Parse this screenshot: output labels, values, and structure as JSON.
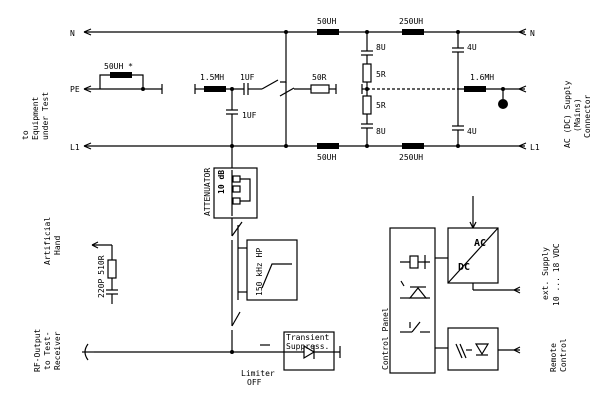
{
  "lines": {
    "n": "N",
    "pe": "PE",
    "l1": "L1",
    "n_right": "N",
    "l1_right": "L1"
  },
  "labels": {
    "eut": "to\nEquipment\nunder Test",
    "supply": "AC (DC) Supply\n(Mains)\nConnector",
    "artificial_hand": "Artificial\nHand",
    "rf_output": "RF-Output\nto Test-\nReceiver",
    "ext_supply": "ext. Supply\n10 ... 18 VDC",
    "remote_control": "Remote\nControl",
    "limiter": "Limiter\nOFF",
    "transient": "Transient\nSuppress.",
    "control_panel": "Control Panel",
    "attenuator": "ATTENUATOR",
    "atten_value": "10 dB",
    "hp_filter": "150 kHz\nHP",
    "ac": "AC",
    "dc": "DC"
  },
  "components": {
    "pe_inductor": "50UH *",
    "l_15mh": "1.5MH",
    "c_1uf_top": "1UF",
    "c_1uf_vert": "1UF",
    "r_50r": "50R",
    "l_50uh_n": "50UH",
    "l_250uh_n": "250UH",
    "l_50uh_l1": "50UH",
    "l_250uh_l1": "250UH",
    "c_8u_top": "8U",
    "c_8u_bot": "8U",
    "r_5r_top": "5R",
    "r_5r_bot": "5R",
    "c_4u_top": "4U",
    "c_4u_bot": "4U",
    "l_16mh": "1.6MH",
    "c_220p": "220P",
    "r_510r": "510R"
  }
}
